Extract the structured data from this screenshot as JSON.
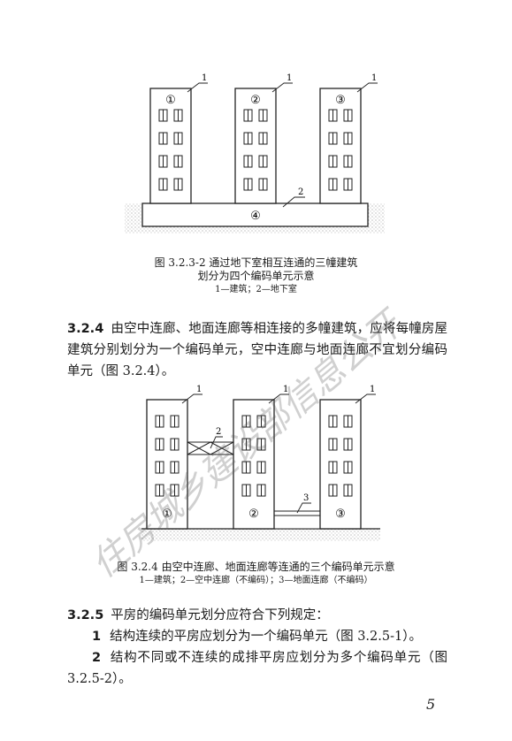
{
  "figure1": {
    "caption_line1": "图 3.2.3-2   通过地下室相互连通的三幢建筑",
    "caption_line2": "划分为四个编码单元示意",
    "legend": "1—建筑；2—地下室",
    "building_marks": [
      "①",
      "②",
      "③"
    ],
    "basement_mark": "④",
    "callouts": [
      "1",
      "1",
      "1",
      "2"
    ]
  },
  "section_324": {
    "number": "3.2.4",
    "text": "由空中连廊、地面连廊等相连接的多幢建筑，应将每幢房屋建筑分别划分为一个编码单元，空中连廊与地面连廊不宜划分编码单元（图 3.2.4）。"
  },
  "figure2": {
    "caption": "图 3.2.4   由空中连廊、地面连廊等连通的三个编码单元示意",
    "legend": "1—建筑；2—空中连廊（不编码）；3—地面连廊（不编码）",
    "building_marks": [
      "①",
      "②",
      "③"
    ],
    "callouts": [
      "1",
      "1",
      "1",
      "2",
      "3"
    ]
  },
  "section_325": {
    "number": "3.2.5",
    "text": "平房的编码单元划分应符合下列规定：",
    "items": [
      {
        "num": "1",
        "text": "结构连续的平房应划分为一个编码单元（图 3.2.5-1）。"
      },
      {
        "num": "2",
        "text": "结构不同或不连续的成排平房应划分为多个编码单元（图 3.2.5-2）。"
      }
    ]
  },
  "watermark_text": "住房城乡建设部信息公开",
  "page_number": "5"
}
